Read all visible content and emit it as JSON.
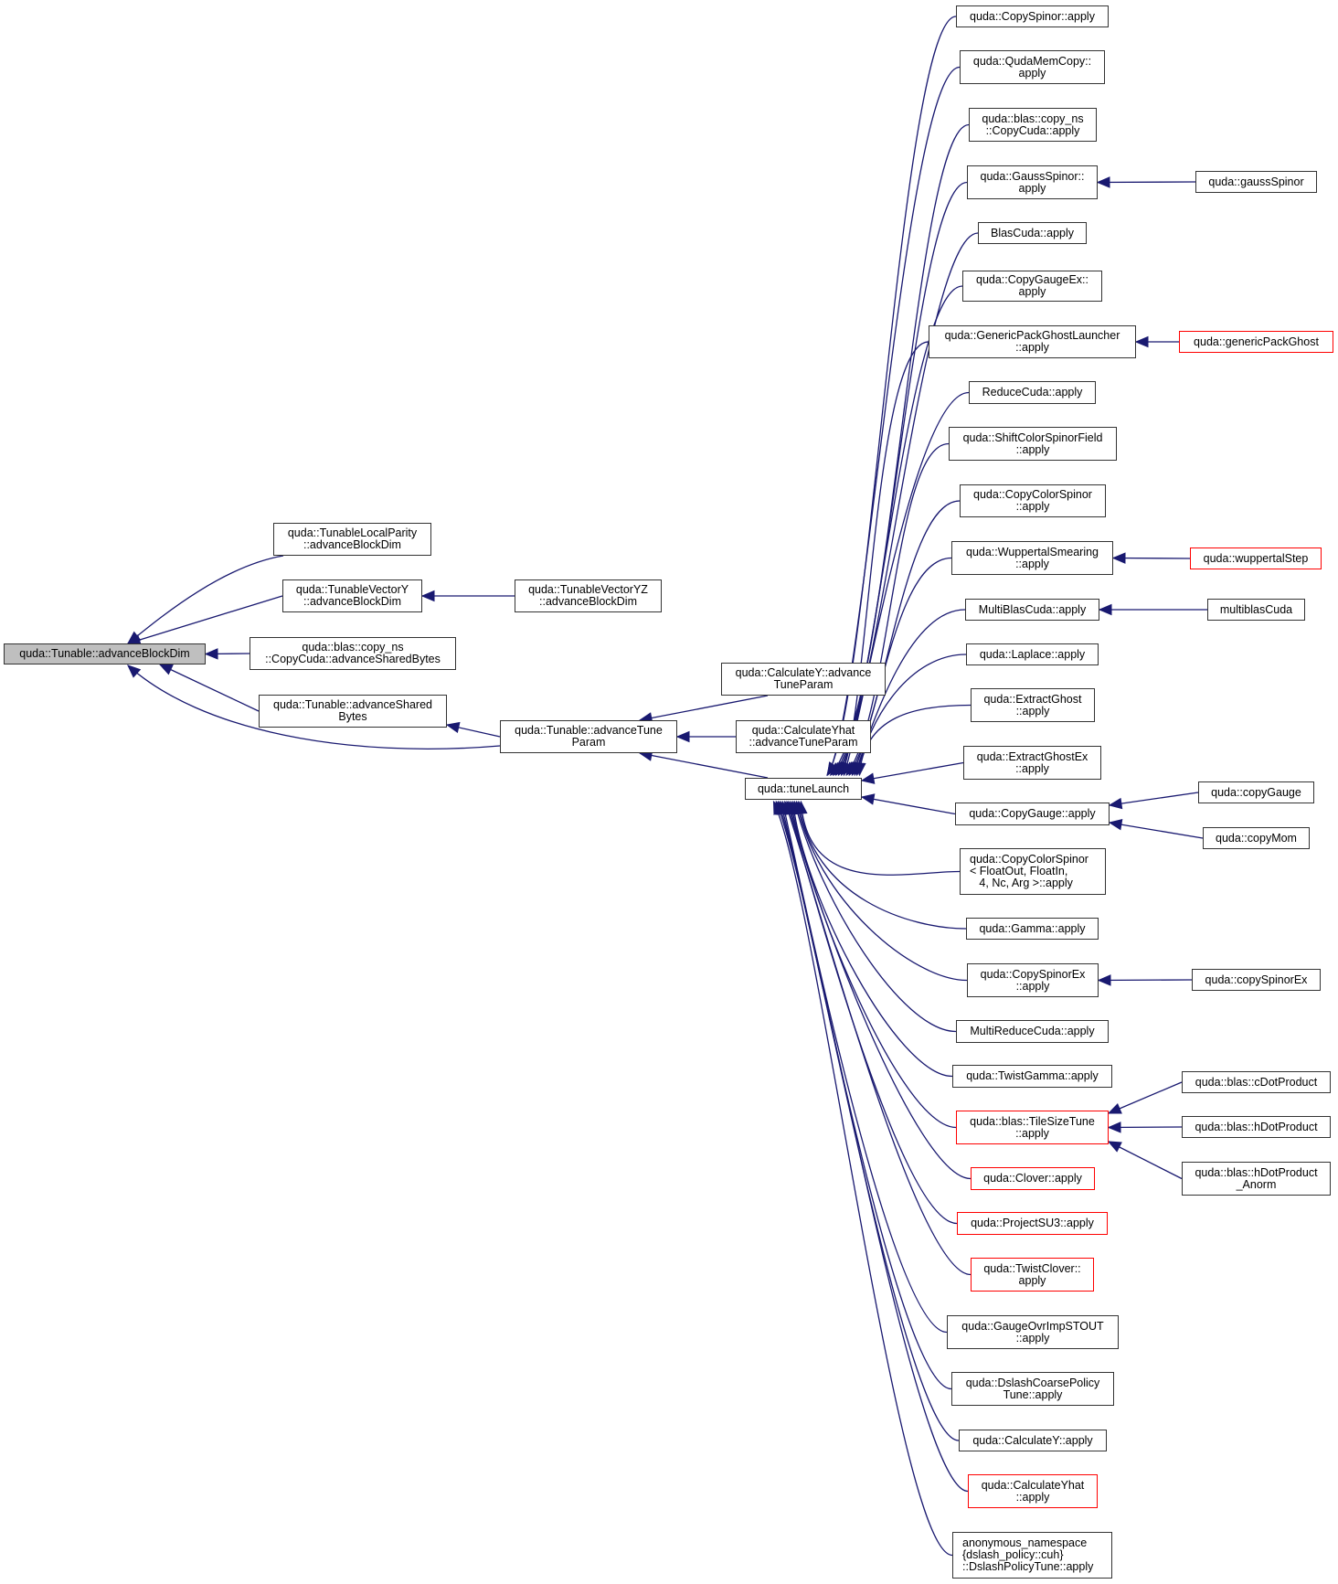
{
  "diagram": {
    "type": "doxygen-caller-graph",
    "edge_color": "#191970",
    "node_border_color": "#333333",
    "incomplete_node_border_color": "#ff0000",
    "root_fill": "#bfbfbf",
    "nodes": [
      {
        "id": "root",
        "label": "quda::Tunable::advanceBlockDim",
        "style": "root"
      },
      {
        "id": "localparity",
        "label": "quda::TunableLocalParity\n::advanceBlockDim"
      },
      {
        "id": "vectory",
        "label": "quda::TunableVectorY\n::advanceBlockDim"
      },
      {
        "id": "copyns_asb",
        "label": "quda::blas::copy_ns\n::CopyCuda::advanceSharedBytes"
      },
      {
        "id": "tunable_asb",
        "label": "quda::Tunable::advanceShared\nBytes"
      },
      {
        "id": "vectoryz",
        "label": "quda::TunableVectorYZ\n::advanceBlockDim"
      },
      {
        "id": "atp",
        "label": "quda::Tunable::advanceTune\nParam"
      },
      {
        "id": "cy_atp",
        "label": "quda::CalculateY::advance\nTuneParam"
      },
      {
        "id": "cyhat_atp",
        "label": "quda::CalculateYhat\n::advanceTuneParam"
      },
      {
        "id": "tunelaunch",
        "label": "quda::tuneLaunch"
      },
      {
        "id": "copyspinor",
        "label": "quda::CopySpinor::apply"
      },
      {
        "id": "qudamemcopy",
        "label": "quda::QudaMemCopy::\napply"
      },
      {
        "id": "copyns_apply",
        "label": "quda::blas::copy_ns\n::CopyCuda::apply"
      },
      {
        "id": "gaussspinor_apply",
        "label": "quda::GaussSpinor::\napply"
      },
      {
        "id": "blascuda",
        "label": "BlasCuda::apply"
      },
      {
        "id": "copygaugeex",
        "label": "quda::CopyGaugeEx::\napply"
      },
      {
        "id": "gpgl",
        "label": "quda::GenericPackGhostLauncher\n::apply"
      },
      {
        "id": "reducecuda",
        "label": "ReduceCuda::apply"
      },
      {
        "id": "shiftcsf",
        "label": "quda::ShiftColorSpinorField\n::apply"
      },
      {
        "id": "copycs",
        "label": "quda::CopyColorSpinor\n::apply"
      },
      {
        "id": "wuppertal",
        "label": "quda::WuppertalSmearing\n::apply"
      },
      {
        "id": "multiblas",
        "label": "MultiBlasCuda::apply"
      },
      {
        "id": "laplace",
        "label": "quda::Laplace::apply"
      },
      {
        "id": "extractghost",
        "label": "quda::ExtractGhost\n::apply"
      },
      {
        "id": "extractghostex",
        "label": "quda::ExtractGhostEx\n::apply"
      },
      {
        "id": "copygauge_apply",
        "label": "quda::CopyGauge::apply"
      },
      {
        "id": "copycs_tmpl",
        "label": "quda::CopyColorSpinor\n< FloatOut, FloatIn,\n   4, Nc, Arg >::apply",
        "align": "left"
      },
      {
        "id": "gamma",
        "label": "quda::Gamma::apply"
      },
      {
        "id": "copyspinorex_apply",
        "label": "quda::CopySpinorEx\n::apply"
      },
      {
        "id": "multireduce",
        "label": "MultiReduceCuda::apply"
      },
      {
        "id": "twistgamma",
        "label": "quda::TwistGamma::apply"
      },
      {
        "id": "tilesize",
        "label": "quda::blas::TileSizeTune\n::apply",
        "style": "red"
      },
      {
        "id": "clover",
        "label": "quda::Clover::apply",
        "style": "red"
      },
      {
        "id": "projectsu3",
        "label": "quda::ProjectSU3::apply",
        "style": "red"
      },
      {
        "id": "twistclover",
        "label": "quda::TwistClover::\napply",
        "style": "red"
      },
      {
        "id": "stout",
        "label": "quda::GaugeOvrImpSTOUT\n::apply"
      },
      {
        "id": "dslashcoarse",
        "label": "quda::DslashCoarsePolicy\nTune::apply"
      },
      {
        "id": "cy_apply",
        "label": "quda::CalculateY::apply"
      },
      {
        "id": "cyhat_apply",
        "label": "quda::CalculateYhat\n::apply",
        "style": "red"
      },
      {
        "id": "anon",
        "label": "anonymous_namespace\n{dslash_policy::cuh}\n::DslashPolicyTune::apply",
        "align": "left"
      },
      {
        "id": "gaussspinor",
        "label": "quda::gaussSpinor"
      },
      {
        "id": "genericpackghost",
        "label": "quda::genericPackGhost",
        "style": "red"
      },
      {
        "id": "wuppertalstep",
        "label": "quda::wuppertalStep",
        "style": "red"
      },
      {
        "id": "multiblascuda",
        "label": "multiblasCuda"
      },
      {
        "id": "copygauge",
        "label": "quda::copyGauge"
      },
      {
        "id": "copymom",
        "label": "quda::copyMom"
      },
      {
        "id": "copyspinorex",
        "label": "quda::copySpinorEx"
      },
      {
        "id": "cdot",
        "label": "quda::blas::cDotProduct"
      },
      {
        "id": "hdot",
        "label": "quda::blas::hDotProduct"
      },
      {
        "id": "hdot_anorm",
        "label": "quda::blas::hDotProduct\n_Anorm"
      }
    ],
    "edges": [
      {
        "from": "localparity",
        "to": "root"
      },
      {
        "from": "vectory",
        "to": "root"
      },
      {
        "from": "copyns_asb",
        "to": "root"
      },
      {
        "from": "tunable_asb",
        "to": "root"
      },
      {
        "from": "atp",
        "to": "root"
      },
      {
        "from": "vectoryz",
        "to": "vectory"
      },
      {
        "from": "atp",
        "to": "tunable_asb"
      },
      {
        "from": "cy_atp",
        "to": "atp"
      },
      {
        "from": "cyhat_atp",
        "to": "atp"
      },
      {
        "from": "tunelaunch",
        "to": "atp"
      },
      {
        "from": "copyspinor",
        "to": "tunelaunch"
      },
      {
        "from": "qudamemcopy",
        "to": "tunelaunch"
      },
      {
        "from": "copyns_apply",
        "to": "tunelaunch"
      },
      {
        "from": "gaussspinor_apply",
        "to": "tunelaunch"
      },
      {
        "from": "blascuda",
        "to": "tunelaunch"
      },
      {
        "from": "copygaugeex",
        "to": "tunelaunch"
      },
      {
        "from": "gpgl",
        "to": "tunelaunch"
      },
      {
        "from": "reducecuda",
        "to": "tunelaunch"
      },
      {
        "from": "shiftcsf",
        "to": "tunelaunch"
      },
      {
        "from": "copycs",
        "to": "tunelaunch"
      },
      {
        "from": "wuppertal",
        "to": "tunelaunch"
      },
      {
        "from": "multiblas",
        "to": "tunelaunch"
      },
      {
        "from": "laplace",
        "to": "tunelaunch"
      },
      {
        "from": "extractghost",
        "to": "tunelaunch"
      },
      {
        "from": "extractghostex",
        "to": "tunelaunch"
      },
      {
        "from": "copygauge_apply",
        "to": "tunelaunch"
      },
      {
        "from": "copycs_tmpl",
        "to": "tunelaunch"
      },
      {
        "from": "gamma",
        "to": "tunelaunch"
      },
      {
        "from": "copyspinorex_apply",
        "to": "tunelaunch"
      },
      {
        "from": "multireduce",
        "to": "tunelaunch"
      },
      {
        "from": "twistgamma",
        "to": "tunelaunch"
      },
      {
        "from": "tilesize",
        "to": "tunelaunch"
      },
      {
        "from": "clover",
        "to": "tunelaunch"
      },
      {
        "from": "projectsu3",
        "to": "tunelaunch"
      },
      {
        "from": "twistclover",
        "to": "tunelaunch"
      },
      {
        "from": "stout",
        "to": "tunelaunch"
      },
      {
        "from": "dslashcoarse",
        "to": "tunelaunch"
      },
      {
        "from": "cy_apply",
        "to": "tunelaunch"
      },
      {
        "from": "cyhat_apply",
        "to": "tunelaunch"
      },
      {
        "from": "anon",
        "to": "tunelaunch"
      },
      {
        "from": "gaussspinor",
        "to": "gaussspinor_apply"
      },
      {
        "from": "genericpackghost",
        "to": "gpgl"
      },
      {
        "from": "wuppertalstep",
        "to": "wuppertal"
      },
      {
        "from": "multiblascuda",
        "to": "multiblas"
      },
      {
        "from": "copygauge",
        "to": "copygauge_apply"
      },
      {
        "from": "copymom",
        "to": "copygauge_apply"
      },
      {
        "from": "copyspinorex",
        "to": "copyspinorex_apply"
      },
      {
        "from": "cdot",
        "to": "tilesize"
      },
      {
        "from": "hdot",
        "to": "tilesize"
      },
      {
        "from": "hdot_anorm",
        "to": "tilesize"
      }
    ]
  }
}
